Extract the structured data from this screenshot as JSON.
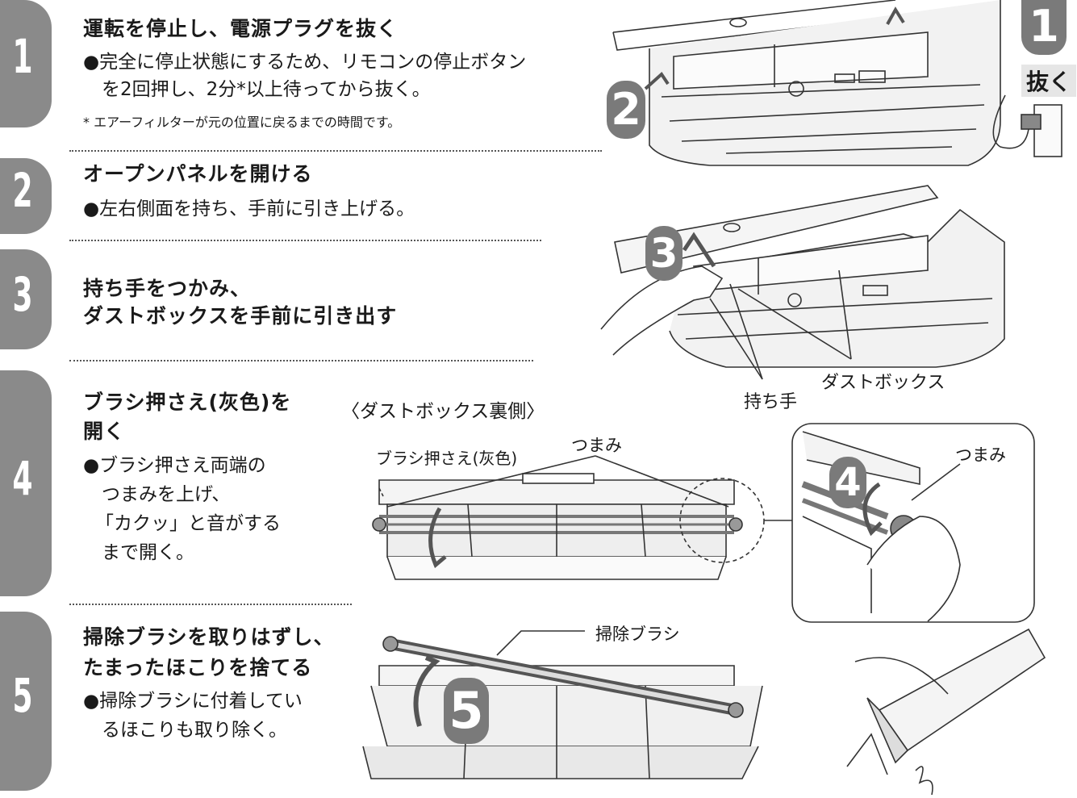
{
  "steps": [
    {
      "num": "1",
      "title": "運転を停止し、電源プラグを抜く",
      "bullet_l1": "●完全に停止状態にするため、リモコンの停止ボタン",
      "bullet_l2": "を2回押し、2分*以上待ってから抜く。",
      "note": "* エアーフィルターが元の位置に戻るまでの時間です。"
    },
    {
      "num": "2",
      "title": "オープンパネルを開ける",
      "bullet_l1": "●左右側面を持ち、手前に引き上げる。"
    },
    {
      "num": "3",
      "title_l1": "持ち手をつかみ、",
      "title_l2": "ダストボックスを手前に引き出す"
    },
    {
      "num": "4",
      "title_l1": "ブラシ押さえ(灰色)を",
      "title_l2": "開く",
      "bullet_l1": "●ブラシ押さえ両端の",
      "bullet_l2": "つまみを上げ、",
      "bullet_l3": "「カクッ」と音がする",
      "bullet_l4": "まで開く。"
    },
    {
      "num": "5",
      "title_l1": "掃除ブラシを取りはずし、",
      "title_l2": "たまったほこりを捨てる",
      "bullet_l1": "●掃除ブラシに付着してい",
      "bullet_l2": "るほこりも取り除く。"
    }
  ],
  "illustrations": {
    "unplug_badge": "1",
    "unplug_label": "抜く",
    "open_badge": "2",
    "pull_badge": "3",
    "handle_label": "持ち手",
    "dustbox_label": "ダストボックス",
    "backside_caption": "〈ダストボックス裏側〉",
    "brush_holder_label": "ブラシ押さえ(灰色)",
    "knob_label": "つまみ",
    "zoom_badge": "4",
    "zoom_knob_label": "つまみ",
    "remove_badge": "5",
    "brush_label": "掃除ブラシ"
  },
  "colors": {
    "tab_gray": "#8a8a8a",
    "badge_gray": "#7a7a7a",
    "label_bg": "#e6e6e6"
  }
}
